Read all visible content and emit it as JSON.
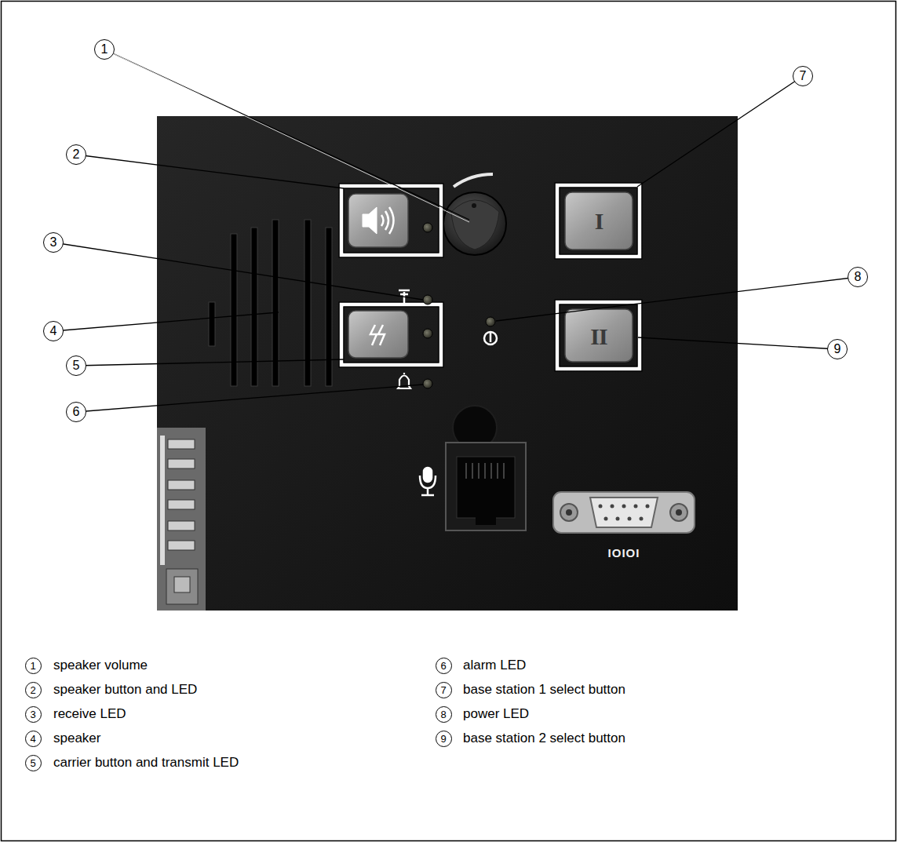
{
  "diagram": {
    "nodes": [
      {
        "text": [
          "1"
        ]
      },
      {
        "text": [
          "2"
        ]
      },
      {
        "text": [
          "3"
        ]
      },
      {
        "text": [
          "4"
        ]
      },
      {
        "text": [
          "5"
        ]
      },
      {
        "text": [
          "6"
        ]
      },
      {
        "text": [
          "7"
        ]
      },
      {
        "text": [
          "8"
        ]
      },
      {
        "text": [
          "9"
        ]
      },
      {
        "text": [
          "1"
        ]
      },
      {
        "text": [
          "2"
        ]
      },
      {
        "text": [
          "3"
        ]
      },
      {
        "text": [
          "4"
        ]
      },
      {
        "text": [
          "5"
        ]
      },
      {
        "text": [
          "6"
        ]
      },
      {
        "text": [
          "7"
        ]
      },
      {
        "text": [
          "8"
        ]
      },
      {
        "text": [
          "9"
        ]
      }
    ],
    "labels": [
      "I",
      "II",
      "IOIOI",
      "speaker volume",
      "speaker button and LED",
      "receive LED",
      "speaker",
      "carrier button and transmit LED",
      "alarm LED",
      "base station 1 select button",
      "power LED",
      "base station 2 select button"
    ]
  }
}
